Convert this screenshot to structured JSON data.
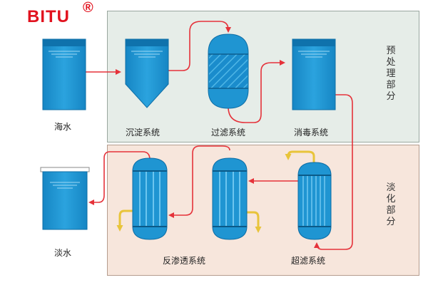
{
  "brand": {
    "logo_text": "BITU",
    "registered_mark": "®",
    "color": "#e1131f"
  },
  "sections": {
    "pretreatment": "预处理部分",
    "desalination": "淡化部分"
  },
  "nodes": {
    "seawater": "海水",
    "sedimentation": "沉淀系统",
    "filtration": "过滤系统",
    "disinfection": "消毒系统",
    "ultrafiltration": "超滤系统",
    "reverse_osmosis": "反渗透系统",
    "fresh_water": "淡水"
  },
  "colors": {
    "tank_blue": "#1e9ad6",
    "flow_line": "#e5323a",
    "drain_arrow": "#e8c43a",
    "pretreatment_bg": "#e6ede8",
    "desalination_bg": "#f7e6dc"
  }
}
